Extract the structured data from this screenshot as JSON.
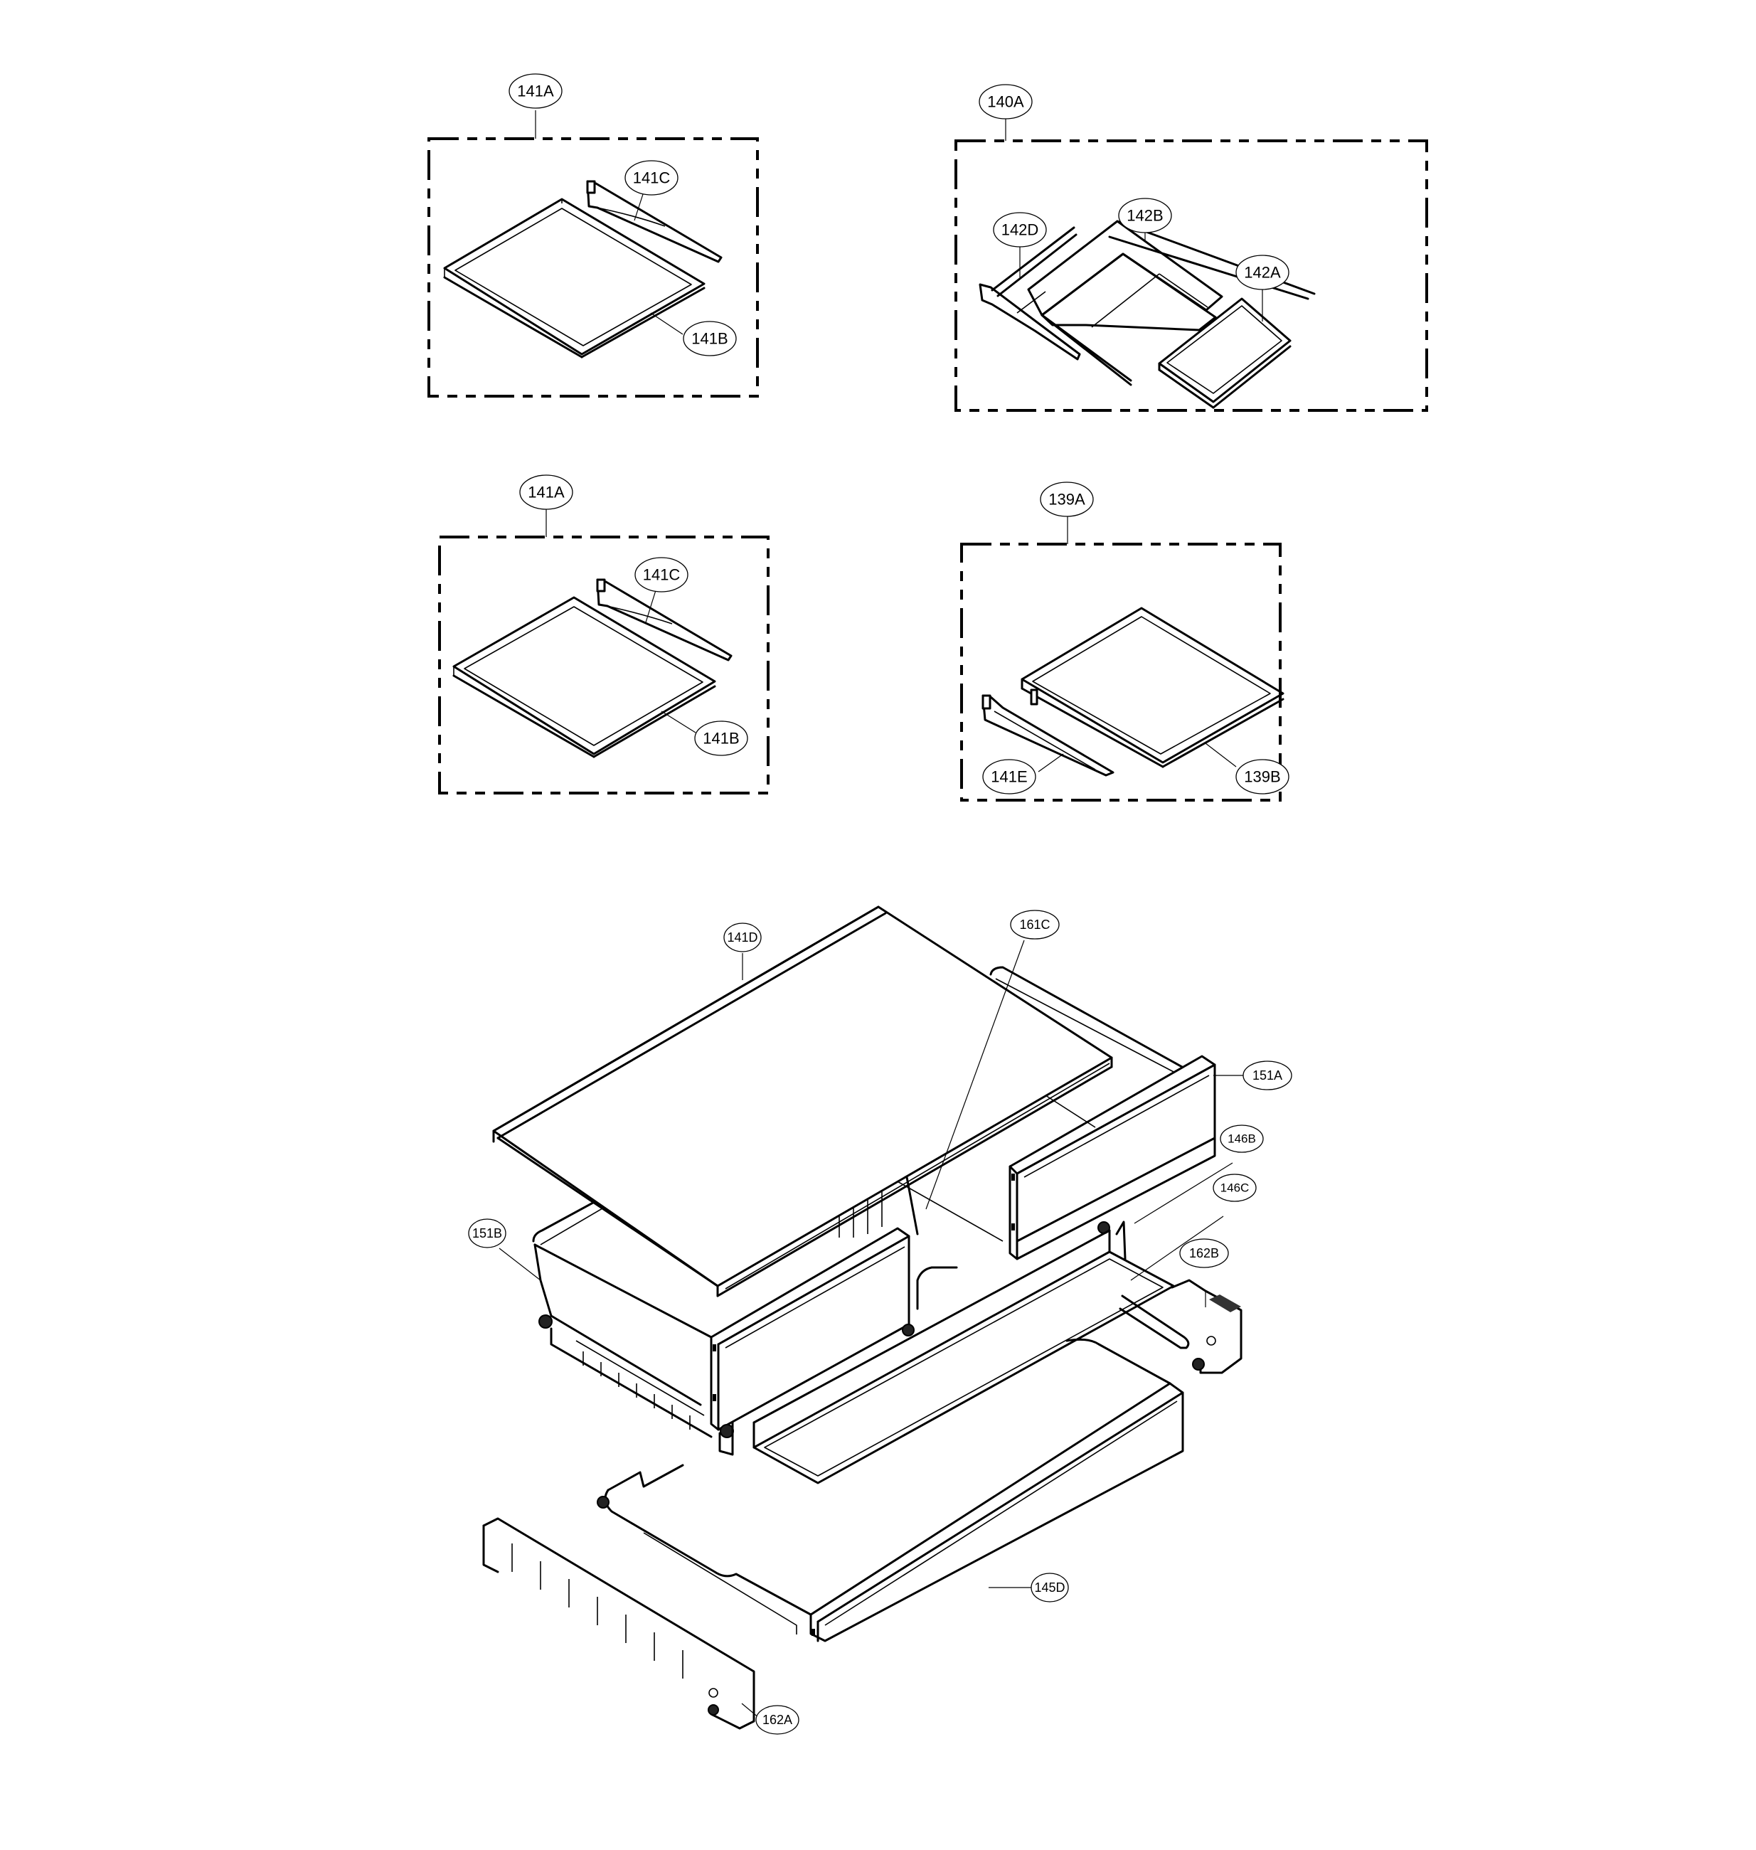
{
  "diagram": {
    "type": "exploded-parts-diagram",
    "subject": "refrigerator shelves and crisper drawer assembly",
    "groups": [
      {
        "id": "group-1",
        "assembly_label": "141A",
        "parts": [
          "141C",
          "141B"
        ]
      },
      {
        "id": "group-2",
        "assembly_label": "140A",
        "parts": [
          "142D",
          "142B",
          "142A"
        ]
      },
      {
        "id": "group-3",
        "assembly_label": "141A",
        "parts": [
          "141C",
          "141B"
        ]
      },
      {
        "id": "group-4",
        "assembly_label": "139A",
        "parts": [
          "141E",
          "139B"
        ]
      }
    ],
    "lower_assembly": {
      "parts": [
        "141D",
        "161C",
        "151A",
        "146B",
        "146C",
        "162B",
        "151B",
        "145D",
        "162A"
      ]
    }
  },
  "labels": {
    "g1_assembly": "141A",
    "g1_p1": "141C",
    "g1_p2": "141B",
    "g2_assembly": "140A",
    "g2_p1": "142D",
    "g2_p2": "142B",
    "g2_p3": "142A",
    "g3_assembly": "141A",
    "g3_p1": "141C",
    "g3_p2": "141B",
    "g4_assembly": "139A",
    "g4_p1": "141E",
    "g4_p2": "139B",
    "l_141D": "141D",
    "l_161C": "161C",
    "l_151A": "151A",
    "l_146B": "146B",
    "l_146C": "146C",
    "l_162B": "162B",
    "l_151B": "151B",
    "l_145D": "145D",
    "l_162A": "162A"
  }
}
